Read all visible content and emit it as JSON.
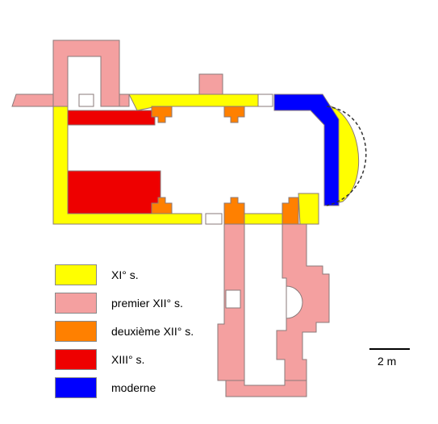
{
  "colors": {
    "xi": "#ffff00",
    "premier_xii": "#f4a0a0",
    "deuxieme_xii": "#ff8000",
    "xiii": "#ee0000",
    "moderne": "#0000ff",
    "outline": "#8a7a7a"
  },
  "legend": [
    {
      "label": "XI° s.",
      "color": "#ffff00"
    },
    {
      "label": "premier XII° s.",
      "color": "#f4a0a0"
    },
    {
      "label": "deuxième XII° s.",
      "color": "#ff8000"
    },
    {
      "label": "XIII° s.",
      "color": "#ee0000"
    },
    {
      "label": "moderne",
      "color": "#0000ff"
    }
  ],
  "scale": {
    "label": "2 m"
  }
}
